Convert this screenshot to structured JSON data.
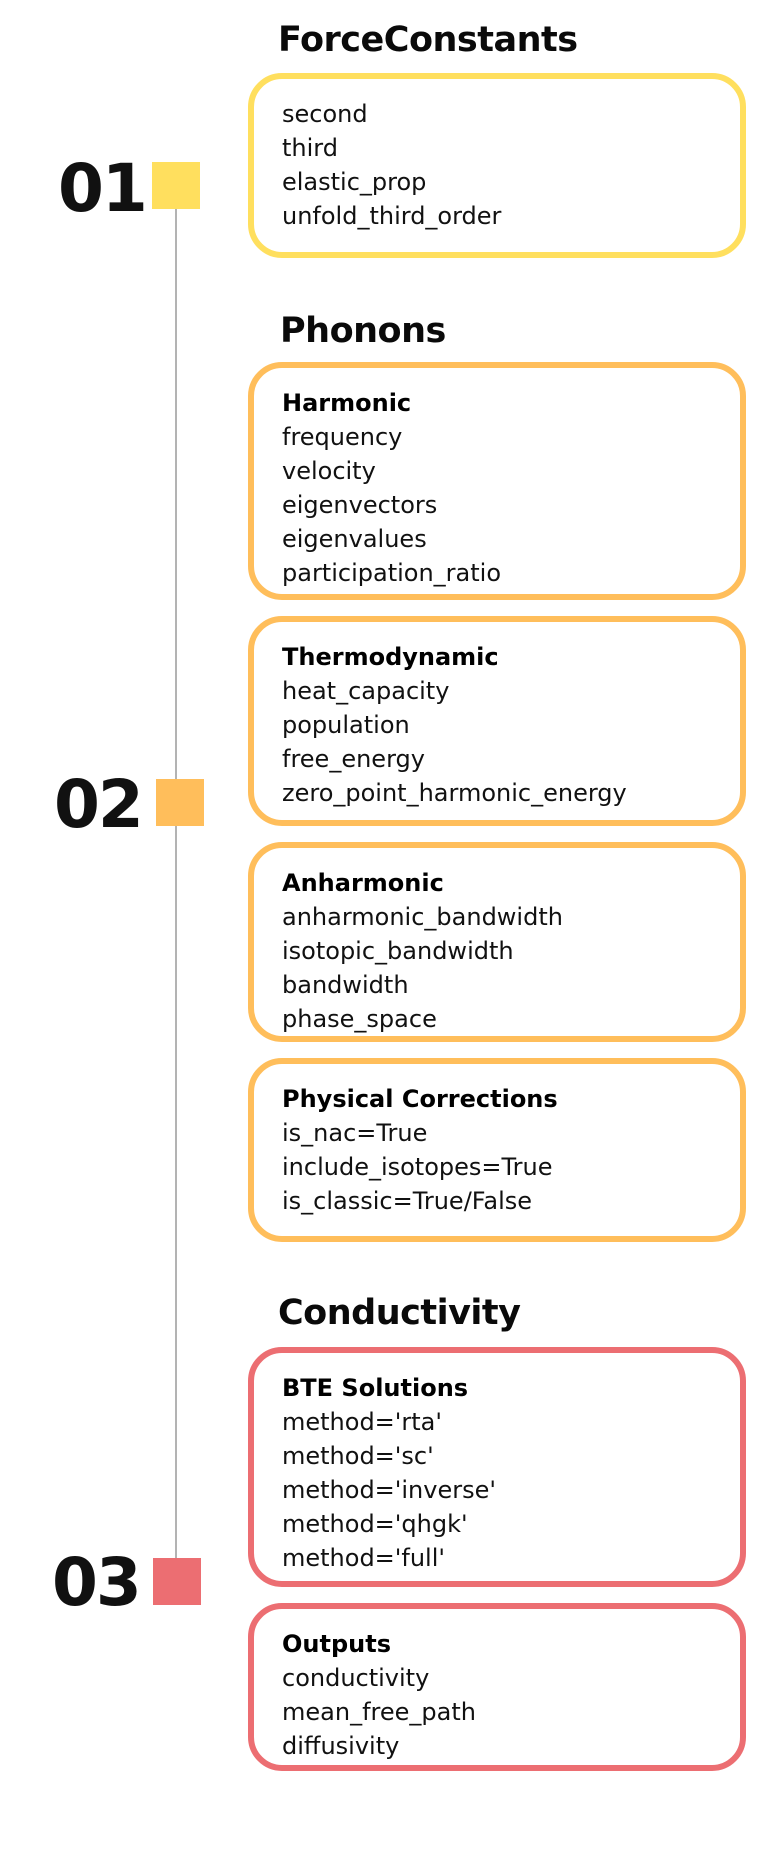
{
  "colors": {
    "step1": "#ffdf5e",
    "step2": "#ffbe5b",
    "step3": "#ec6e72",
    "line": "#b3b3b3"
  },
  "steps": [
    {
      "number": "01",
      "title": "ForceConstants",
      "cards": [
        {
          "title": "",
          "items": [
            "second",
            "third",
            "elastic_prop",
            "unfold_third_order"
          ]
        }
      ]
    },
    {
      "number": "02",
      "title": "Phonons",
      "cards": [
        {
          "title": "Harmonic",
          "items": [
            "frequency",
            "velocity",
            "eigenvectors",
            "eigenvalues",
            "participation_ratio"
          ]
        },
        {
          "title": "Thermodynamic",
          "items": [
            "heat_capacity",
            "population",
            "free_energy",
            "zero_point_harmonic_energy"
          ]
        },
        {
          "title": "Anharmonic",
          "items": [
            "anharmonic_bandwidth",
            "isotopic_bandwidth",
            "bandwidth",
            "phase_space"
          ]
        },
        {
          "title": "Physical Corrections",
          "items": [
            "is_nac=True",
            "include_isotopes=True",
            "is_classic=True/False"
          ]
        }
      ]
    },
    {
      "number": "03",
      "title": "Conductivity",
      "cards": [
        {
          "title": "BTE Solutions",
          "items": [
            "method='rta'",
            "method='sc'",
            "method='inverse'",
            "method='qhgk'",
            "method='full'"
          ]
        },
        {
          "title": "Outputs",
          "items": [
            "conductivity",
            "mean_free_path",
            "diffusivity"
          ]
        }
      ]
    }
  ]
}
